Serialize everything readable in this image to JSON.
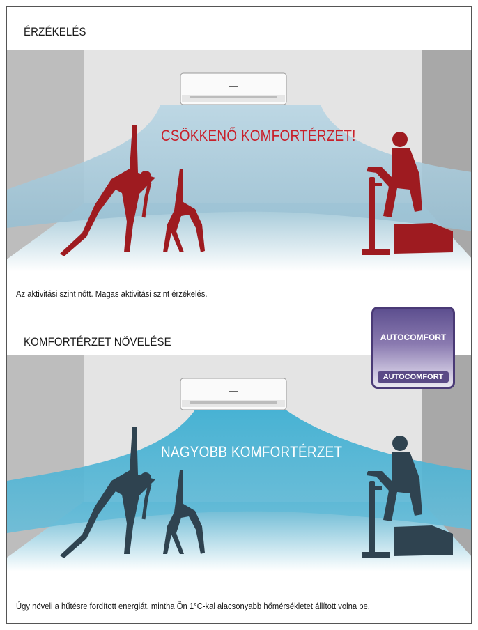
{
  "section1": {
    "heading": "ÉRZÉKELÉS",
    "scene_label": "CSÖKKENŐ KOMFORTÉRZET!",
    "caption": "Az aktivitási szint nőtt. Magas aktivitási szint érzékelés.",
    "figure_color": "#9e1b20",
    "label_color": "#c8202a"
  },
  "section2": {
    "heading": "KOMFORTÉRZET NÖVELÉSE",
    "scene_label": "NAGYOBB KOMFORTÉRZET",
    "caption": "Úgy növeli a hűtésre fordított energiát, mintha Ön 1°C-kal alacsonyabb hőmérsékletet állított volna be.",
    "figure_color": "#2f4350",
    "label_color": "#ffffff",
    "badge": {
      "top": "AUTOCOMFORT",
      "bottom": "AUTOCOMFORT"
    }
  },
  "icons": [
    "air-conditioner-icon",
    "yoga-person-icon",
    "exercise-bike-icon"
  ]
}
